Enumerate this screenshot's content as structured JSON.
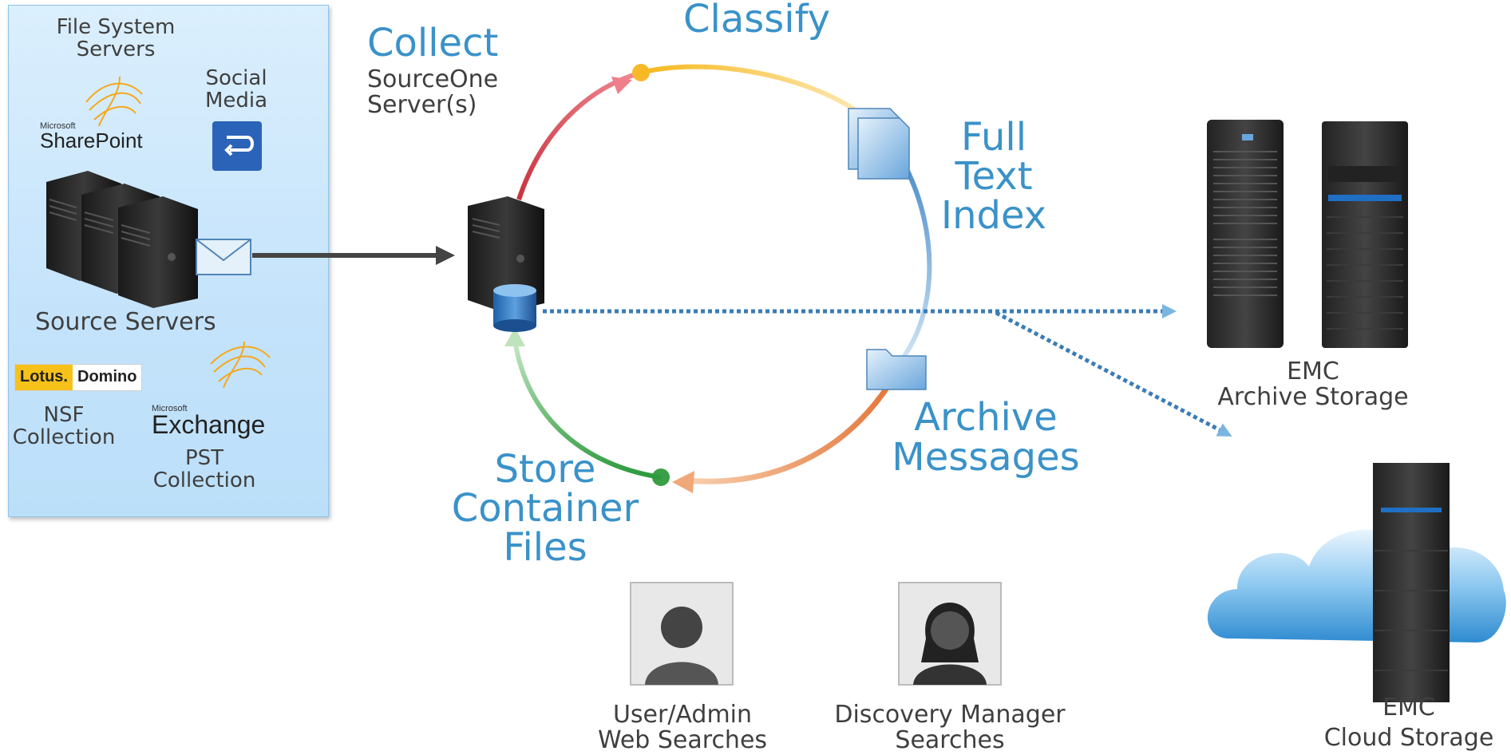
{
  "sources": {
    "file_system_servers": [
      "File System",
      "Servers"
    ],
    "social_media": [
      "Social",
      "Media"
    ],
    "sharepoint": {
      "vendor": "Microsoft",
      "product": "SharePoint"
    },
    "source_servers": "Source Servers",
    "lotus": {
      "brand": "Lotus.",
      "product": "Domino"
    },
    "nsf_collection": [
      "NSF",
      "Collection"
    ],
    "exchange": {
      "vendor": "Microsoft",
      "product": "Exchange"
    },
    "pst_collection": [
      "PST",
      "Collection"
    ]
  },
  "cycle": {
    "collect": "Collect",
    "collect_sub": [
      "SourceOne",
      "Server(s)"
    ],
    "classify": "Classify",
    "full_text_index": [
      "Full",
      "Text",
      "Index"
    ],
    "archive_messages": [
      "Archive",
      "Messages"
    ],
    "store_container_files": [
      "Store",
      "Container",
      "Files"
    ]
  },
  "users": {
    "user_admin": [
      "User/Admin",
      "Web Searches"
    ],
    "discovery_manager": [
      "Discovery Manager",
      "Searches"
    ]
  },
  "storage": {
    "archive": [
      "EMC",
      "Archive Storage"
    ],
    "cloud": [
      "EMC",
      "Cloud Storage"
    ]
  },
  "colors": {
    "label_blue": "#3a92c9",
    "collect_arc": "#d94f5c",
    "classify_arc": "#f7c23a",
    "index_arc": "#5b9bd5",
    "archive_arc": "#e8894f",
    "store_arc": "#3fa34d"
  }
}
